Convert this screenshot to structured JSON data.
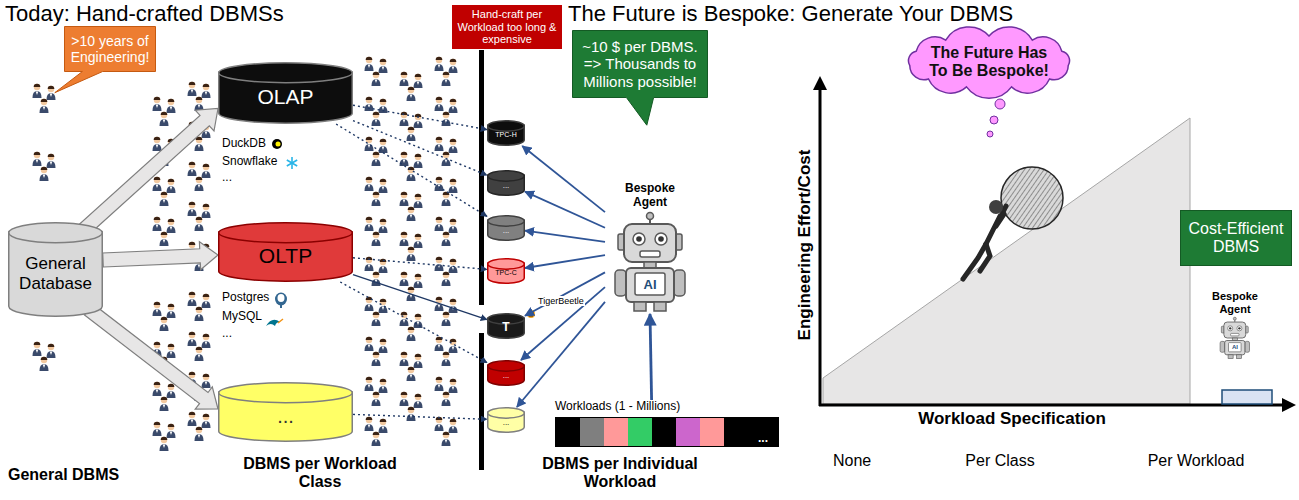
{
  "diagram": {
    "title": "Today: Hand-crafted DBMSs",
    "nodes": [
      {
        "text": [
          ">10 years of Engineering!"
        ]
      },
      {
        "text": [
          "General Database"
        ]
      },
      {
        "text": [
          "OLAP"
        ]
      },
      {
        "text": [
          "OLTP"
        ]
      },
      {
        "text": [
          "..."
        ]
      },
      {
        "text": [
          "Hand-craft per Workload too long & expensive"
        ]
      },
      {
        "text": [
          "TPC-H"
        ]
      },
      {
        "text": [
          "..."
        ]
      },
      {
        "text": [
          "..."
        ]
      },
      {
        "text": [
          "TPC-C"
        ]
      },
      {
        "text": [
          "T"
        ]
      },
      {
        "text": [
          "..."
        ]
      },
      {
        "text": [
          "..."
        ]
      },
      {
        "text": [
          "~10 $ per DBMS. => Thousands to Millions possible!"
        ]
      },
      {
        "text": [
          "Bespoke Agent",
          "AI"
        ]
      },
      {
        "text": [
          "Workloads (1 - Millions)",
          "..."
        ]
      },
      {
        "text": [
          "The Future Has To Be Bespoke!"
        ]
      },
      {
        "text": [
          "Cost-Efficient DBMS"
        ]
      },
      {
        "text": [
          "Bespoke Agent",
          "AI"
        ]
      }
    ],
    "edges": [
      {
        "from": 1,
        "to": 2,
        "arrow": "to"
      },
      {
        "from": 1,
        "to": 3,
        "arrow": "to"
      },
      {
        "from": 1,
        "to": 4,
        "arrow": "to"
      },
      {
        "from": 2,
        "to": 6,
        "arrow": "to"
      },
      {
        "from": 2,
        "to": 7,
        "arrow": "to"
      },
      {
        "from": 2,
        "to": 8,
        "arrow": "to"
      },
      {
        "from": 3,
        "to": 9,
        "arrow": "to"
      },
      {
        "from": 3,
        "to": 10,
        "arrow": "to"
      },
      {
        "from": 3,
        "to": 11,
        "arrow": "to"
      },
      {
        "from": 4,
        "to": 12,
        "arrow": "to"
      },
      {
        "from": 14,
        "to": 6,
        "arrow": "to"
      },
      {
        "from": 14,
        "to": 7,
        "arrow": "to"
      },
      {
        "from": 14,
        "to": 8,
        "arrow": "to"
      },
      {
        "from": 14,
        "to": 9,
        "arrow": "to"
      },
      {
        "from": 14,
        "to": 10,
        "arrow": "to"
      },
      {
        "from": 14,
        "to": 11,
        "arrow": "to"
      },
      {
        "from": 14,
        "to": 12,
        "arrow": "to"
      },
      {
        "from": 15,
        "to": 14,
        "arrow": "to"
      }
    ],
    "labels": [
      "The Future is Bespoke: Generate Your DBMS",
      "DuckDB",
      "Snowflake",
      "...",
      "Postgres",
      "MySQL",
      "...",
      "TigerBeetle",
      "General DBMS",
      "DBMS per Workload Class",
      "DBMS per Individual Workload",
      "Engineering Effort/Cost",
      "Workload Specification",
      "None",
      "Per Class",
      "Per Workload"
    ]
  }
}
